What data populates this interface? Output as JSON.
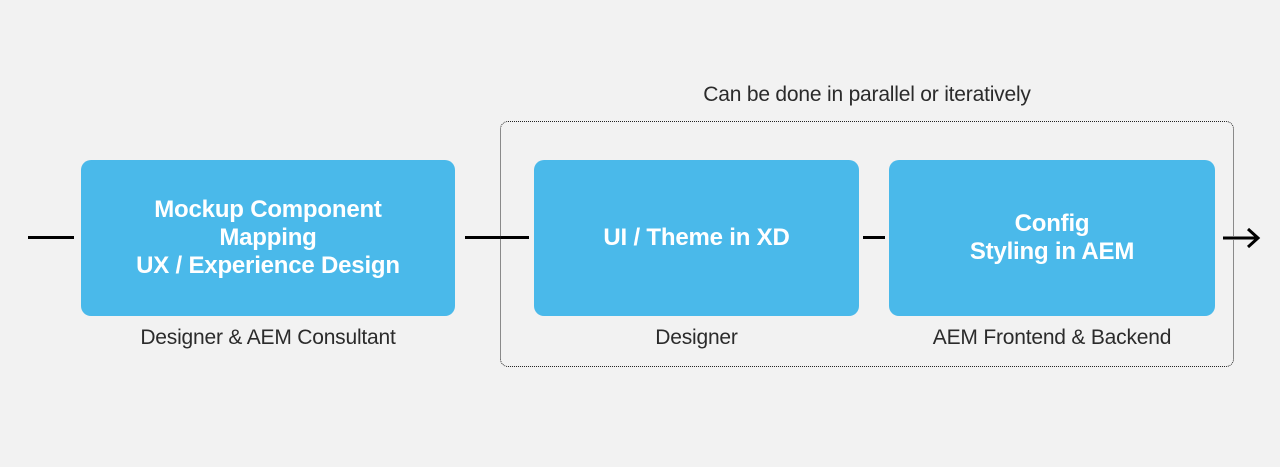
{
  "colors": {
    "background": "#f2f2f2",
    "box_fill": "#4ab9ea",
    "box_text": "#ffffff",
    "label_text": "#2b2b2b",
    "line": "#000000"
  },
  "group": {
    "title": "Can be done in parallel or iteratively"
  },
  "boxes": [
    {
      "id": "mockup-component-mapping",
      "lines": [
        "Mockup Component",
        "Mapping",
        "UX / Experience Design"
      ],
      "label": "Designer & AEM Consultant"
    },
    {
      "id": "ui-theme-in-xd",
      "lines": [
        "UI / Theme in XD"
      ],
      "label": "Designer"
    },
    {
      "id": "config-styling-in-aem",
      "lines": [
        "Config",
        "Styling in AEM"
      ],
      "label": "AEM Frontend & Backend"
    }
  ],
  "icons": {
    "arrow_right": "flow continues"
  }
}
